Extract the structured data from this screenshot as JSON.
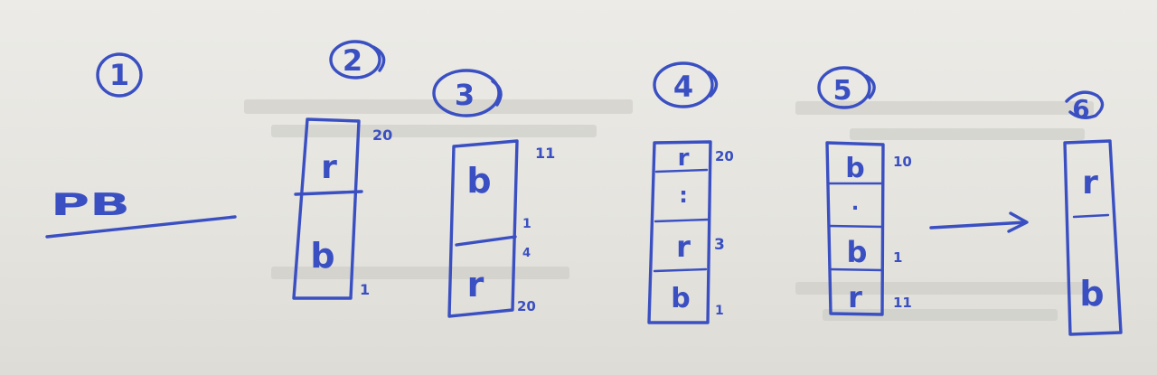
{
  "steps": [
    {
      "number": "1"
    },
    {
      "number": "2",
      "blocks": [
        "r",
        "b"
      ],
      "marks": [
        "20",
        "1"
      ]
    },
    {
      "number": "3",
      "blocks": [
        "b",
        "r"
      ],
      "marks": [
        "11",
        "1",
        "4",
        "20"
      ]
    },
    {
      "number": "4",
      "blocks": [
        "r",
        ":",
        "r",
        "b"
      ],
      "marks": [
        "20",
        "3",
        "1"
      ]
    },
    {
      "number": "5",
      "blocks": [
        "b",
        ".",
        "b",
        "r"
      ],
      "marks": [
        "10",
        "1",
        "11"
      ]
    },
    {
      "number": "6",
      "blocks": [
        "r",
        "b"
      ]
    }
  ],
  "step1_text": "PB"
}
